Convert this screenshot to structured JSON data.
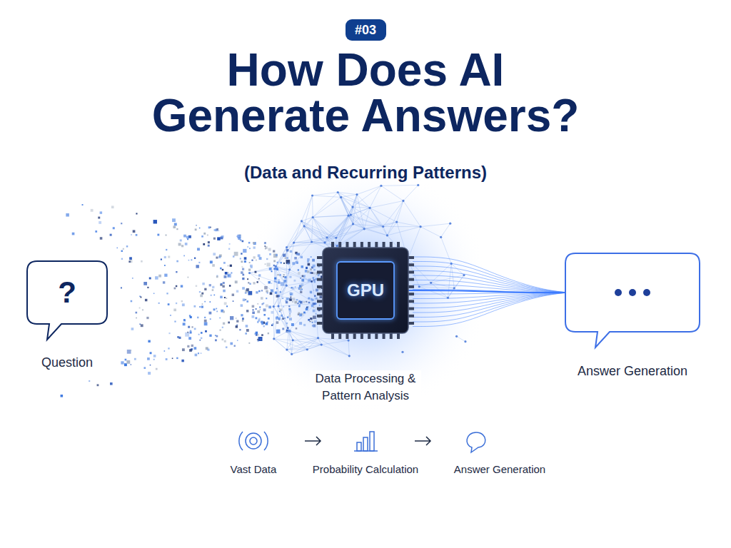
{
  "diagram": {
    "title": "How Does AI Generate Answers?",
    "nodes": [
      {
        "text": [
          "#03"
        ]
      },
      {
        "text": [
          "?",
          "Question"
        ]
      },
      {
        "text": [
          "GPU",
          "Data Processing & Pattern Analysis"
        ]
      },
      {
        "text": [
          "Answer Generation"
        ]
      }
    ],
    "edges": [
      {
        "from": 2,
        "to": 3,
        "arrow": "none"
      }
    ],
    "labels": [
      "(Data and Recurring Patterns)",
      "Vast Data",
      "Probability Calculation",
      "Answer Generation"
    ]
  }
}
